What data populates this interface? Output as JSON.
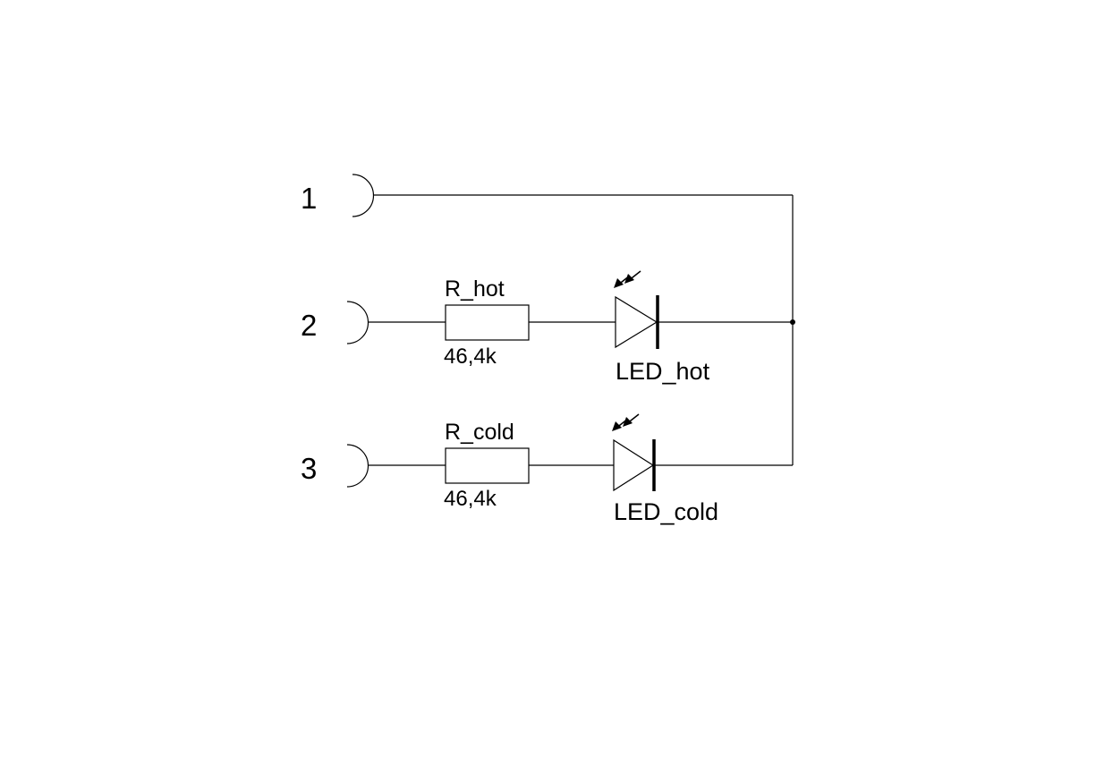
{
  "connector": {
    "pins": [
      {
        "number": "1"
      },
      {
        "number": "2"
      },
      {
        "number": "3"
      }
    ]
  },
  "resistors": [
    {
      "name": "R_hot",
      "value": "46,4k"
    },
    {
      "name": "R_cold",
      "value": "46,4k"
    }
  ],
  "leds": [
    {
      "name": "LED_hot"
    },
    {
      "name": "LED_cold"
    }
  ],
  "colors": {
    "line": "#000000",
    "background": "#ffffff"
  }
}
